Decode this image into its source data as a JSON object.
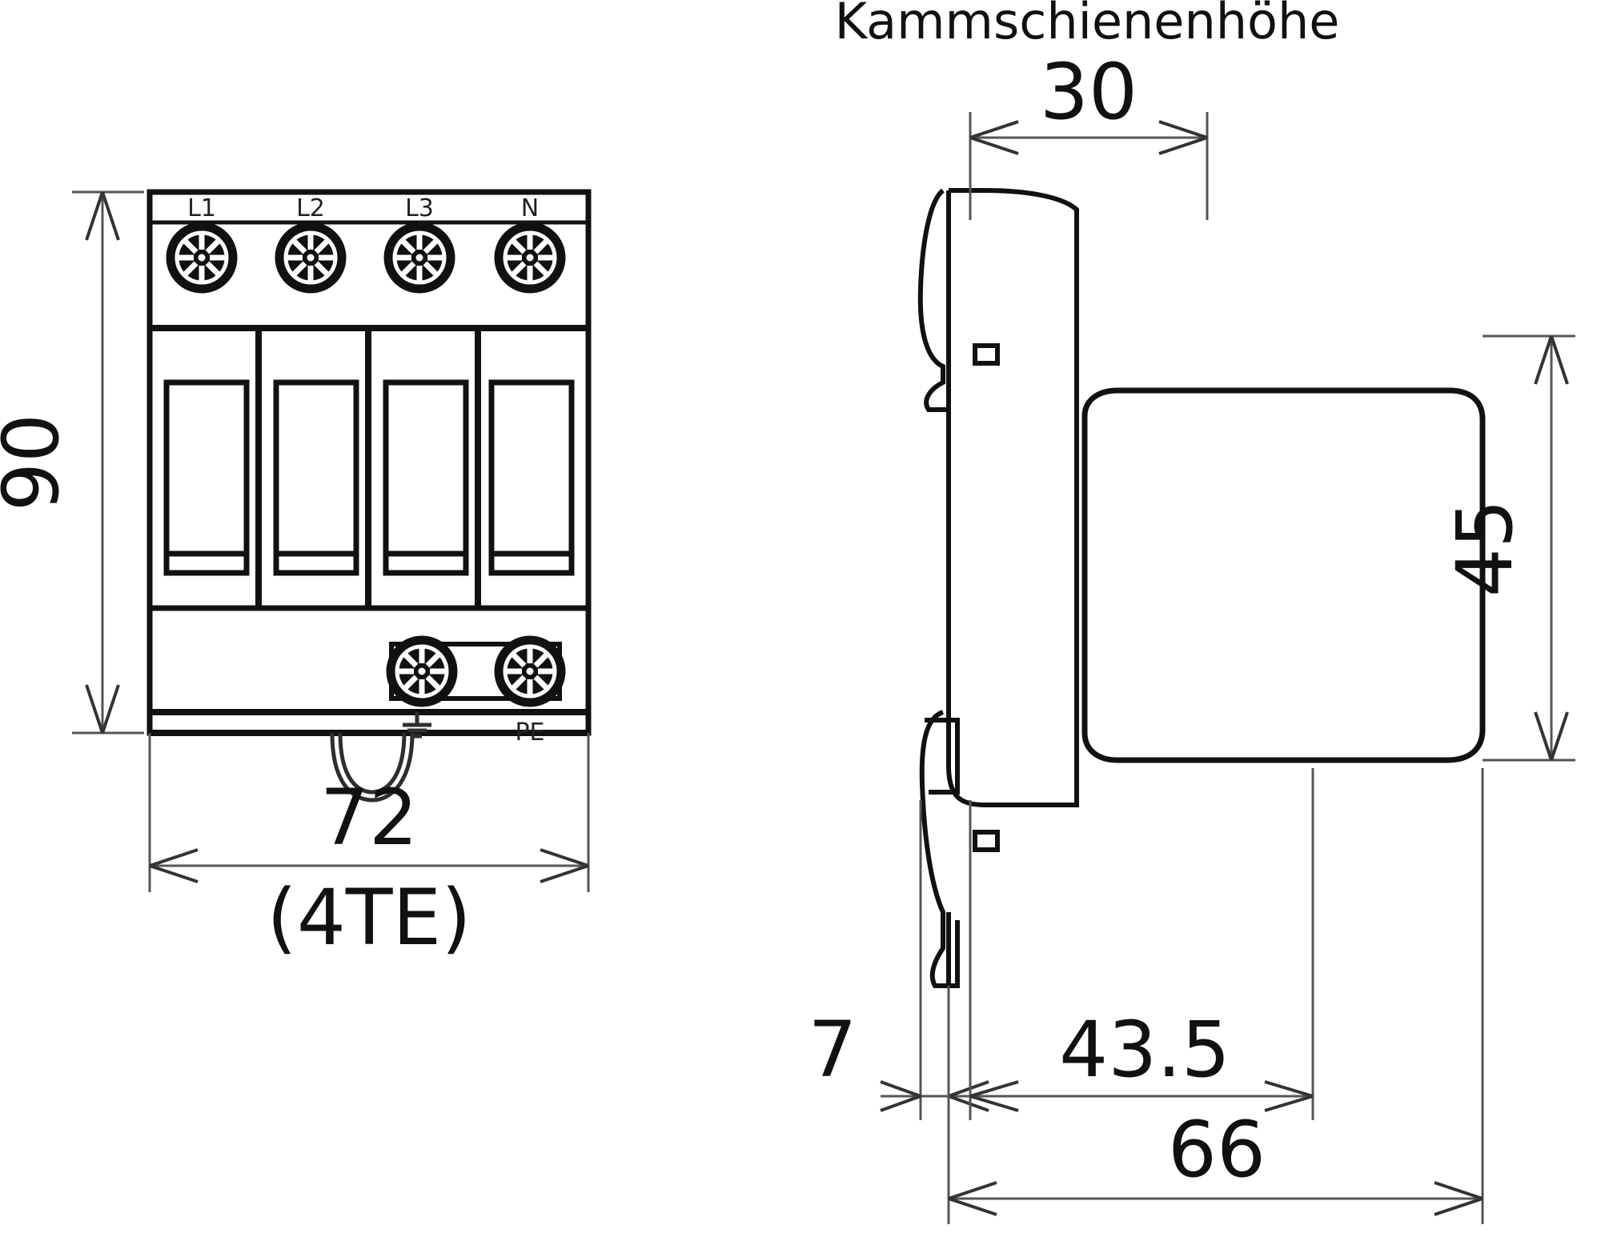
{
  "drawing": {
    "title": "Kammschienenhöhe",
    "type": "technical-dimension-drawing",
    "subject": "DIN-rail surge protective device, 4 modules",
    "units": "mm"
  },
  "front_view": {
    "name": "front-view",
    "terminal_labels": [
      "L1",
      "L2",
      "L3",
      "N"
    ],
    "pe_label": "PE",
    "earth_symbol": "earth-ground-symbol",
    "dimensions": {
      "height": "90",
      "width": "72",
      "width_note": "(4TE)"
    }
  },
  "side_view": {
    "name": "side-view",
    "dimensions": {
      "comb_rail_height": "30",
      "body_height": "45",
      "rail_clip_depth": "7",
      "front_depth": "43.5",
      "total_depth": "66"
    }
  },
  "colors": {
    "line": "#111111",
    "thin_line": "#4a4a4a",
    "terminal_fill": "#111111",
    "background": "#ffffff"
  }
}
